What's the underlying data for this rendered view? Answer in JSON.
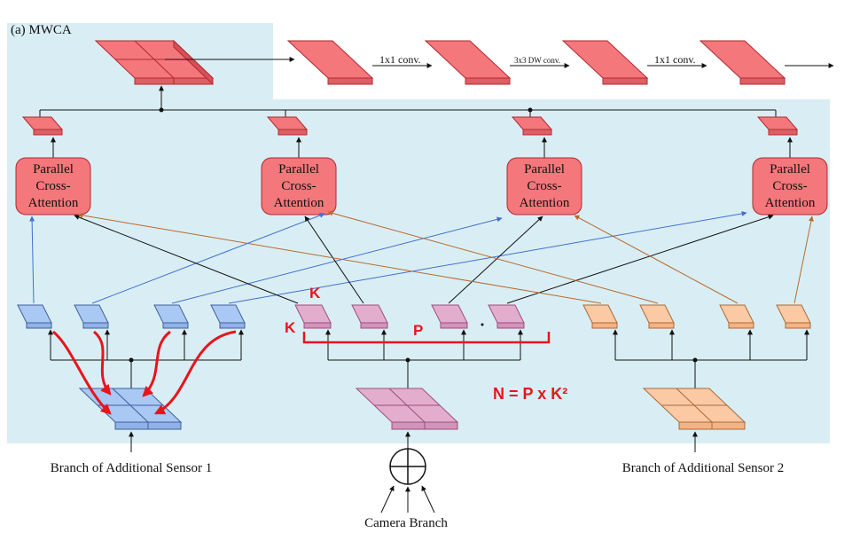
{
  "title": "(a) MWCA",
  "conv_labels": [
    "1x1 conv.",
    "3x3 DW conv.",
    "1x1 conv."
  ],
  "attention_block_label": [
    "Parallel",
    "Cross-",
    "Attention"
  ],
  "branch_labels": {
    "sensor1": "Branch of Additional Sensor 1",
    "sensor2": "Branch of Additional Sensor 2",
    "camera": "Camera Branch"
  },
  "annotations": {
    "k_top": "K",
    "k_left": "K",
    "p": "P",
    "formula": "N = P x K²"
  },
  "colors": {
    "panel_bg": "#d9eef4",
    "red_block": "#f4777b",
    "red_stroke": "#b02a30",
    "blue_patch": "#a9c8f4",
    "pink_patch": "#e3aecd",
    "orange_patch": "#fbc9a4",
    "arrow_blue": "#3f6fd1",
    "arrow_orange": "#b86a2e",
    "annotation_red": "#e8141c"
  }
}
